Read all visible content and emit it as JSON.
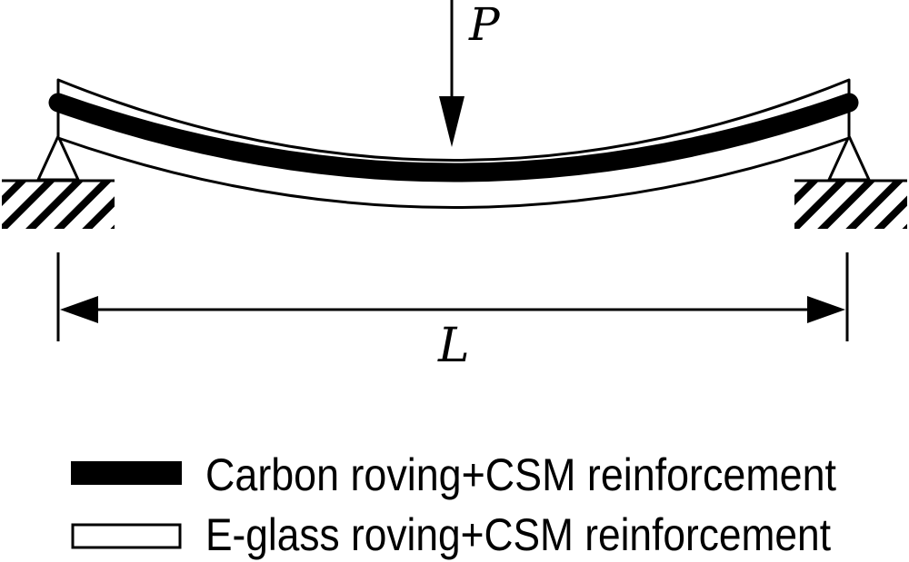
{
  "diagram": {
    "load_label": "P",
    "span_label": "L",
    "colors": {
      "carbon": "#000000",
      "glass": "#ffffff",
      "line": "#000000"
    }
  },
  "legend": {
    "items": [
      {
        "label": "Carbon roving+CSM reinforcement",
        "swatch": "filled-black-bar"
      },
      {
        "label": "E-glass roving+CSM reinforcement",
        "swatch": "outlined-white-bar"
      }
    ]
  }
}
